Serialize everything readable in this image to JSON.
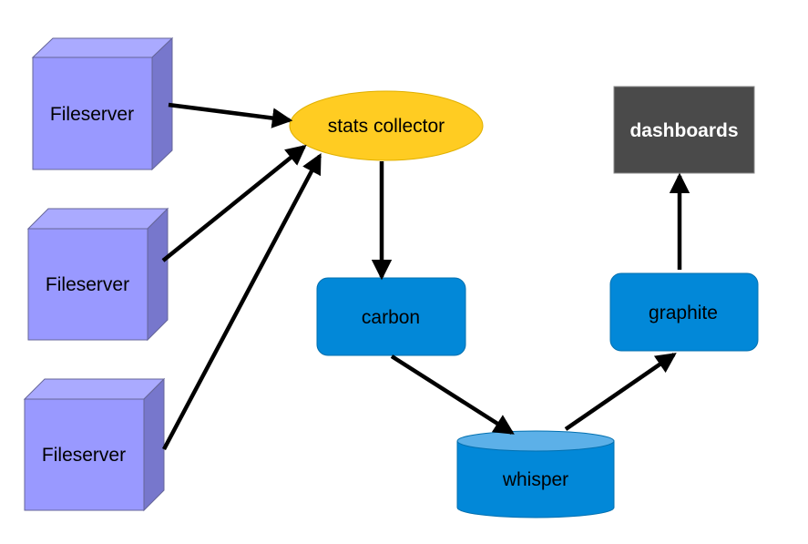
{
  "nodes": {
    "fileserver_1": {
      "label": "Fileserver"
    },
    "fileserver_2": {
      "label": "Fileserver"
    },
    "fileserver_3": {
      "label": "Fileserver"
    },
    "stats_collector": {
      "label": "stats collector"
    },
    "carbon": {
      "label": "carbon"
    },
    "whisper": {
      "label": "whisper"
    },
    "graphite": {
      "label": "graphite"
    },
    "dashboards": {
      "label": "dashboards"
    }
  },
  "edges": [
    {
      "from": "fileserver_1",
      "to": "stats_collector"
    },
    {
      "from": "fileserver_2",
      "to": "stats_collector"
    },
    {
      "from": "fileserver_3",
      "to": "stats_collector"
    },
    {
      "from": "stats_collector",
      "to": "carbon"
    },
    {
      "from": "carbon",
      "to": "whisper"
    },
    {
      "from": "whisper",
      "to": "graphite"
    },
    {
      "from": "graphite",
      "to": "dashboards"
    }
  ],
  "colors": {
    "cube_front": "#9999ff",
    "cube_top": "#aaaaff",
    "cube_side": "#7777cc",
    "cube_stroke": "#666699",
    "collector_fill": "#ffcc22",
    "collector_stroke": "#e0b000",
    "blue_fill": "#0288d8",
    "blue_stroke": "#0270b0",
    "cylinder_top": "#5cb0e8",
    "dashboards_fill": "#4a4a4a",
    "dashboards_stroke": "#888888",
    "arrow": "#000000"
  }
}
